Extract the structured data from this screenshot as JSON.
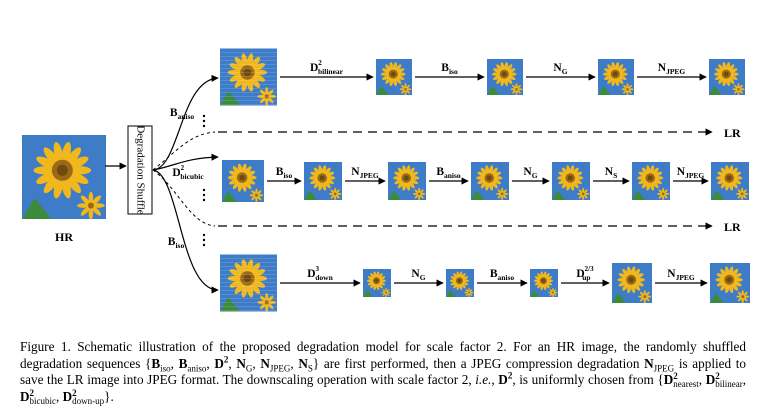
{
  "hr_label": "HR",
  "shuffle_label": "Degradation Shuffle",
  "lr_label": "LR",
  "branch_ops": {
    "top": {
      "base": "B",
      "sub": "aniso"
    },
    "middle": {
      "base": "D",
      "sup": "2",
      "sub": "bicubic"
    },
    "bottom": {
      "base": "B",
      "sub": "iso"
    }
  },
  "sequences": [
    [
      {
        "base": "D",
        "sup": "2",
        "sub": "bilinear"
      },
      {
        "base": "B",
        "sub": "iso"
      },
      {
        "base": "N",
        "sub": "G"
      },
      {
        "base": "N",
        "sub": "JPEG"
      }
    ],
    [
      {
        "base": "B",
        "sub": "iso"
      },
      {
        "base": "N",
        "sub": "JPEG"
      },
      {
        "base": "B",
        "sub": "aniso"
      },
      {
        "base": "N",
        "sub": "G"
      },
      {
        "base": "N",
        "sub": "S"
      },
      {
        "base": "N",
        "sub": "JPEG"
      }
    ],
    [
      {
        "base": "D",
        "sup": "3",
        "sub": "down"
      },
      {
        "base": "N",
        "sub": "G"
      },
      {
        "base": "B",
        "sub": "aniso"
      },
      {
        "base": "D",
        "sup": "2/3",
        "sub": "up"
      },
      {
        "base": "N",
        "sub": "JPEG"
      }
    ]
  ],
  "caption": {
    "text_1": "Figure 1. Schematic illustration of the proposed degradation model for scale factor 2. For an HR image, the randomly shuffled degradation sequences {",
    "set_items": [
      {
        "base": "B",
        "sub": "iso"
      },
      {
        "base": "B",
        "sub": "aniso"
      },
      {
        "base": "D",
        "sup": "2"
      },
      {
        "base": "N",
        "sub": "G"
      },
      {
        "base": "N",
        "sub": "JPEG"
      },
      {
        "base": "N",
        "sub": "S"
      }
    ],
    "text_2": "} are first performed, then a JPEG compression degradation ",
    "jpeg_op": {
      "base": "N",
      "sub": "JPEG"
    },
    "text_3": " is applied to save the LR image into JPEG format. The downscaling operation with scale factor 2, ",
    "ie": "i.e.",
    "text_4": ", ",
    "d2": {
      "base": "D",
      "sup": "2"
    },
    "text_5": ", is uniformly chosen from {",
    "down_items": [
      {
        "base": "D",
        "sup": "2",
        "sub": "nearest"
      },
      {
        "base": "D",
        "sup": "2",
        "sub": "bilinear"
      },
      {
        "base": "D",
        "sup": "2",
        "sub": "bicubic"
      },
      {
        "base": "D",
        "sup": "2",
        "sub": "down-up"
      }
    ],
    "text_6": "}."
  },
  "colors": {
    "sky": "#3f7cc8",
    "petal": "#f0b81c",
    "center": "#9a6a18",
    "leaf": "#3c8a3c"
  }
}
